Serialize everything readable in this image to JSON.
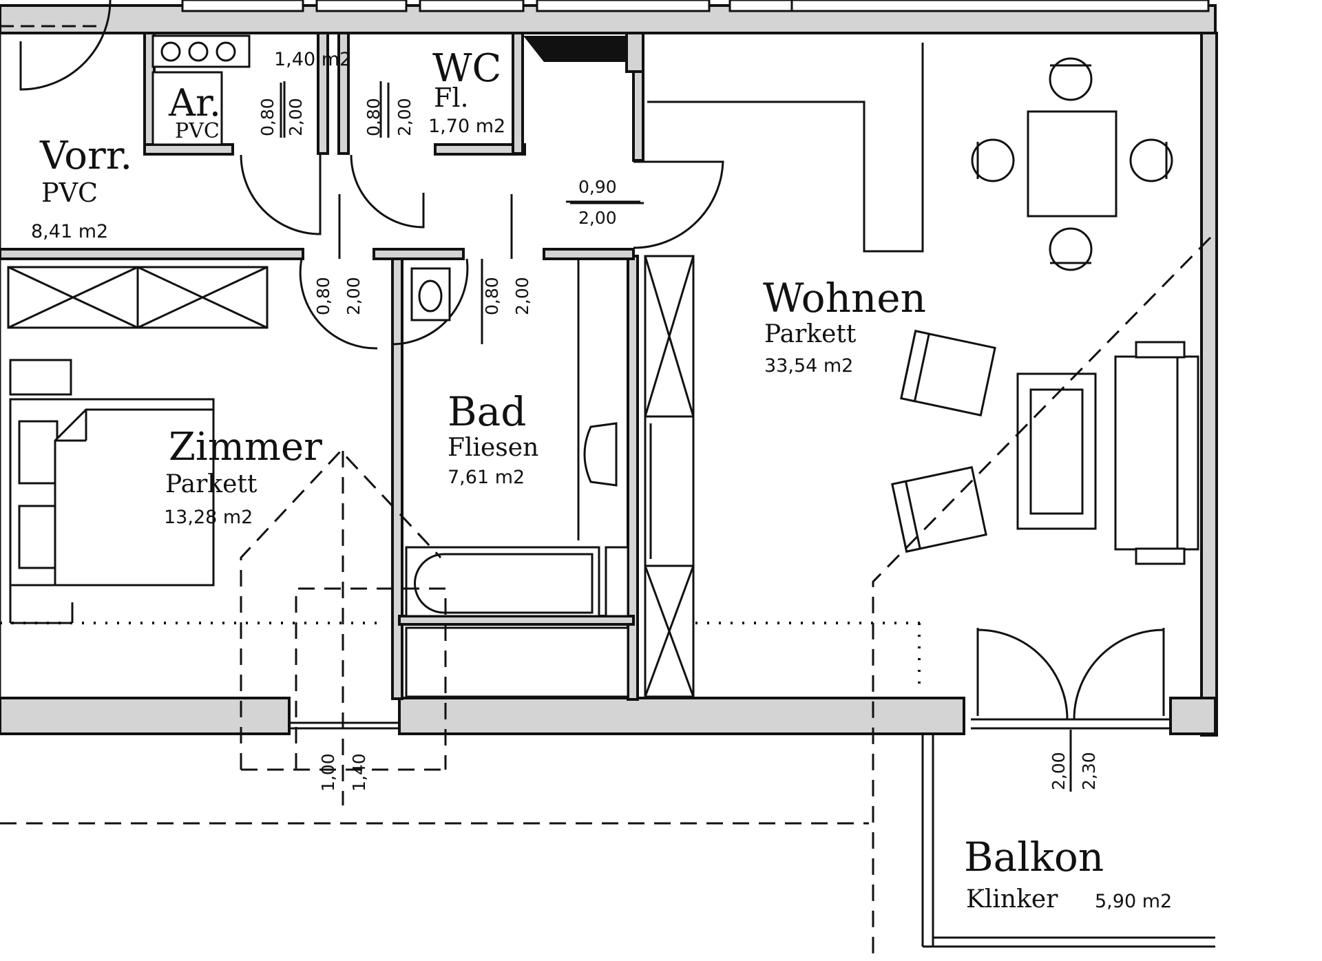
{
  "rooms": {
    "vorr": {
      "name": "Vorr.",
      "material": "PVC",
      "area": "8,41 m2"
    },
    "ar": {
      "name": "Ar.",
      "material": "PVC"
    },
    "storage": {
      "area": "1,40 m2"
    },
    "wc": {
      "name": "WC",
      "material": "Fl.",
      "area": "1,70 m2"
    },
    "wohnen": {
      "name": "Wohnen",
      "material": "Parkett",
      "area": "33,54 m2"
    },
    "zimmer": {
      "name": "Zimmer",
      "material": "Parkett",
      "area": "13,28 m2"
    },
    "bad": {
      "name": "Bad",
      "material": "Fliesen",
      "area": "7,61 m2"
    },
    "balkon": {
      "name": "Balkon",
      "material": "Klinker",
      "area": "5,90 m2"
    }
  },
  "dimensions": {
    "ar_door_w": "0,80",
    "ar_door_h": "2,00",
    "wc_door_w": "0,80",
    "wc_door_h": "2,00",
    "entry_door_w": "0,90",
    "entry_door_h": "2,00",
    "zimmer_door_w": "0,80",
    "zimmer_door_h": "2,00",
    "bad_door_w": "0,80",
    "bad_door_h": "2,00",
    "window_zimmer_1": "1,00",
    "window_zimmer_2": "1,40",
    "balkon_door_1": "2,00",
    "balkon_door_2": "2,30"
  }
}
